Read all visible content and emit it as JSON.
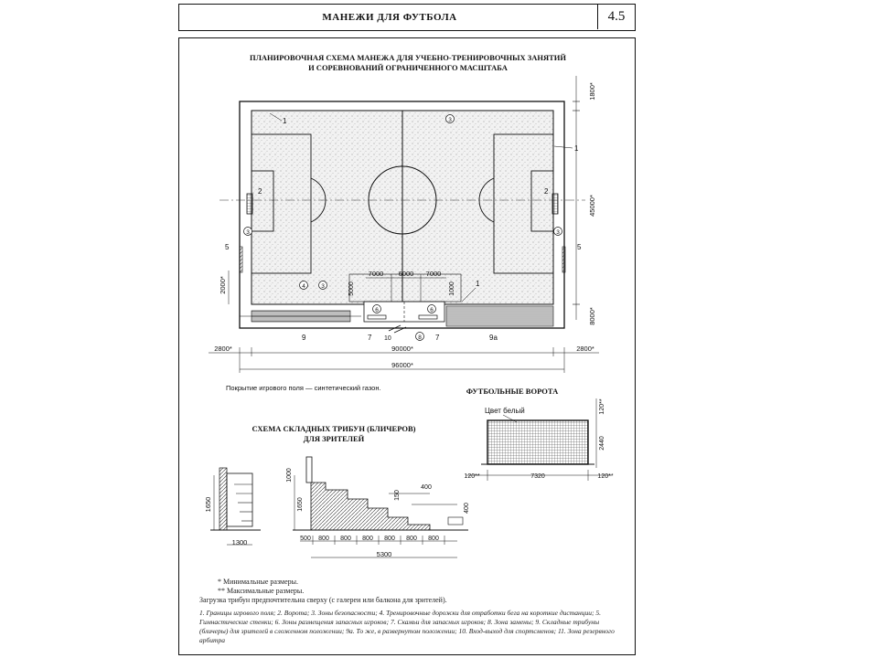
{
  "header": {
    "title": "МАНЕЖИ ДЛЯ ФУТБОЛА",
    "sheet_number": "4.5"
  },
  "plan": {
    "title_line1": "ПЛАНИРОВОЧНАЯ СХЕМА МАНЕЖА ДЛЯ УЧЕБНО-ТРЕНИРОВОЧНЫХ ЗАНЯТИЙ",
    "title_line2": "И СОРЕВНОВАНИЙ ОГРАНИЧЕННОГО МАСШТАБА",
    "callouts": [
      "1",
      "1",
      "1",
      "2",
      "2",
      "3",
      "3",
      "3",
      "3",
      "4",
      "5",
      "5",
      "6",
      "6",
      "7",
      "7",
      "8",
      "9",
      "9а",
      "10"
    ],
    "dims": {
      "top_right": "1800*",
      "right_side": "45000*",
      "right_bottom": "8000*",
      "left_side": "2000*",
      "bench_height": "5000",
      "bench_1": "7000",
      "bench_2": "6000",
      "bench_3": "7000",
      "bench_depth": "1000",
      "field_width": "90000*",
      "left_margin": "2800*",
      "right_margin": "2800*",
      "total_width": "96000*"
    },
    "note": "Покрытие игрового поля — синтетический газон."
  },
  "goal": {
    "title": "ФУТБОЛЬНЫЕ ВОРОТА",
    "color_label": "Цвет белый",
    "dims": {
      "top": "120**",
      "height": "2440",
      "left": "120**",
      "width": "7320",
      "right": "120**"
    }
  },
  "stands": {
    "title_line1": "СХЕМА СКЛАДНЫХ ТРИБУН (БЛИЧЕРОВ)",
    "title_line2": "ДЛЯ ЗРИТЕЛЕЙ",
    "folded_dims": {
      "height": "1650",
      "width": "1300"
    },
    "open_dims": {
      "h1": "1000",
      "h2": "1650",
      "step": "150",
      "tread": "400",
      "rise": "400",
      "widths": [
        "500",
        "800",
        "800",
        "800",
        "800",
        "800",
        "800"
      ],
      "total": "5300"
    }
  },
  "footnotes": {
    "min": "* Минимальные размеры.",
    "max": "** Максимальные размеры.",
    "load": "Загрузка трибун предпочтительна сверху (с галереи или балкона для зрителей).",
    "legend": "1. Границы игрового поля; 2. Ворота; 3. Зоны безопасности; 4. Тренировочные дорожки для отработки бега на короткие дистанции; 5. Гимнастические стенки; 6. Зоны размещения запасных игроков; 7. Скамьи для запасных игроков; 8. Зона замены; 9. Складные трибуны (бличеры) для зрителей в сложенном положении; 9а. То же, в развернутом положении; 10. Вход-выход для спортсменов; 11. Зона резервного арбитра"
  }
}
